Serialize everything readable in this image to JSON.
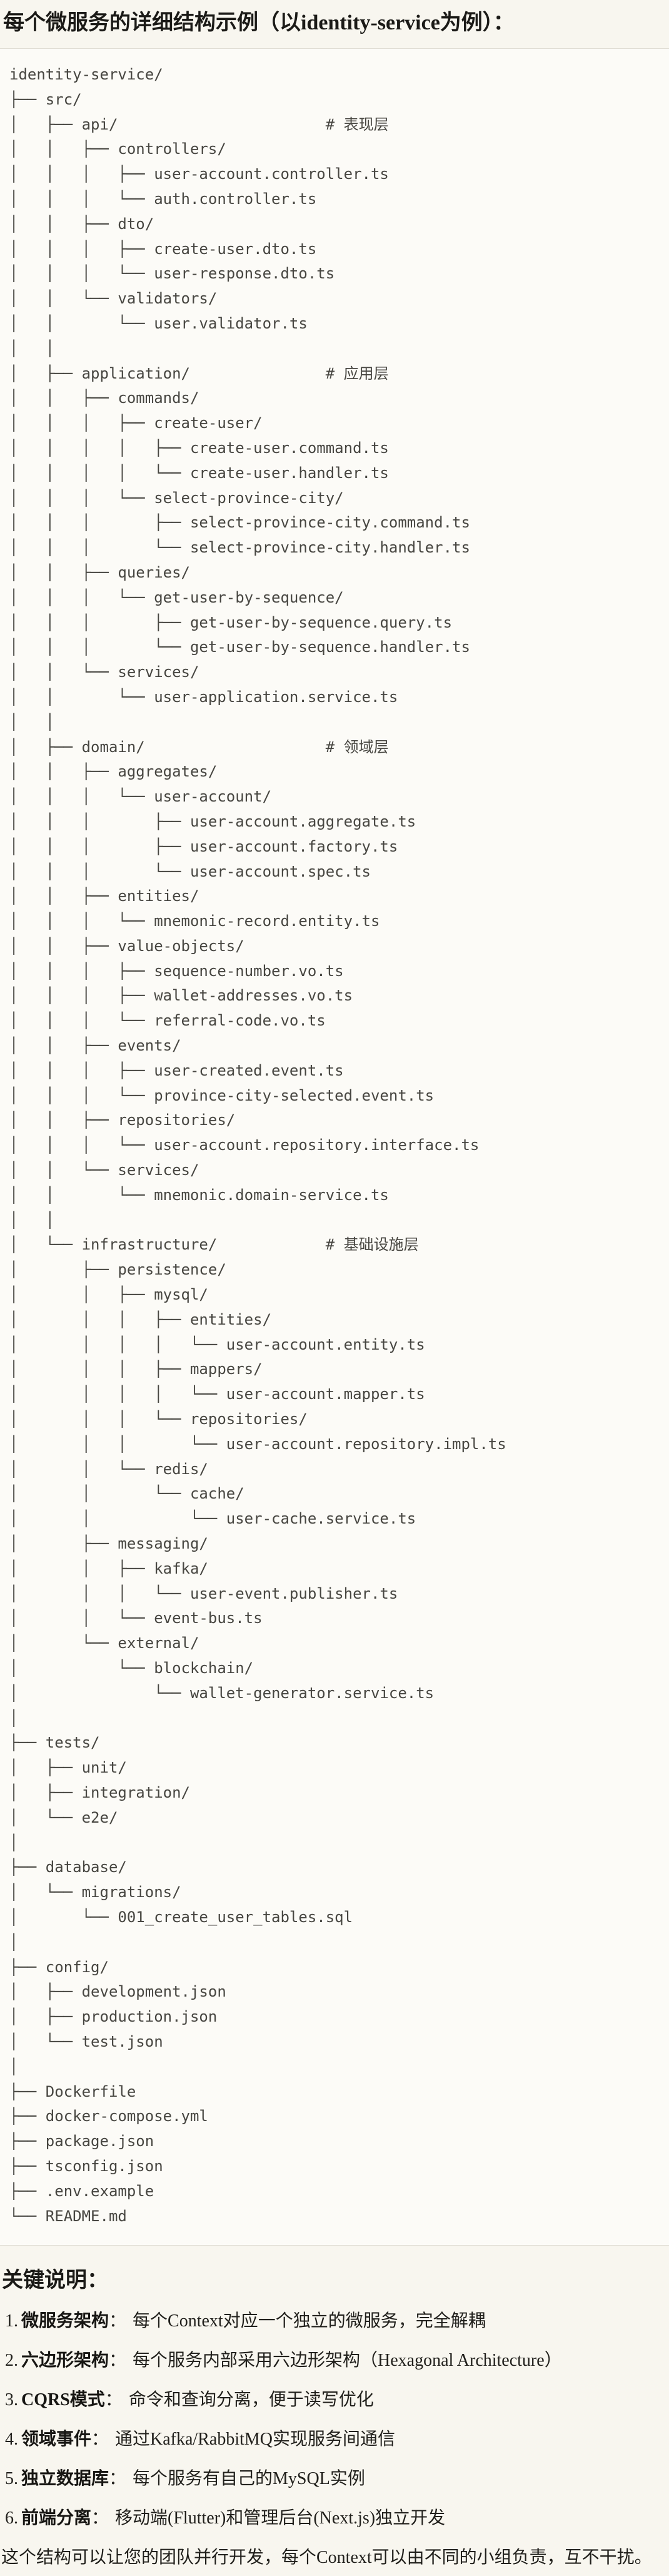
{
  "page": {
    "title": "每个微服务的详细结构示例（以identity-service为例）："
  },
  "tree": {
    "lines": [
      "identity-service/",
      "├── src/",
      "│   ├── api/                       # 表现层",
      "│   │   ├── controllers/",
      "│   │   │   ├── user-account.controller.ts",
      "│   │   │   └── auth.controller.ts",
      "│   │   ├── dto/",
      "│   │   │   ├── create-user.dto.ts",
      "│   │   │   └── user-response.dto.ts",
      "│   │   └── validators/",
      "│   │       └── user.validator.ts",
      "│   │",
      "│   ├── application/               # 应用层",
      "│   │   ├── commands/",
      "│   │   │   ├── create-user/",
      "│   │   │   │   ├── create-user.command.ts",
      "│   │   │   │   └── create-user.handler.ts",
      "│   │   │   └── select-province-city/",
      "│   │   │       ├── select-province-city.command.ts",
      "│   │   │       └── select-province-city.handler.ts",
      "│   │   ├── queries/",
      "│   │   │   └── get-user-by-sequence/",
      "│   │   │       ├── get-user-by-sequence.query.ts",
      "│   │   │       └── get-user-by-sequence.handler.ts",
      "│   │   └── services/",
      "│   │       └── user-application.service.ts",
      "│   │",
      "│   ├── domain/                    # 领域层",
      "│   │   ├── aggregates/",
      "│   │   │   └── user-account/",
      "│   │   │       ├── user-account.aggregate.ts",
      "│   │   │       ├── user-account.factory.ts",
      "│   │   │       └── user-account.spec.ts",
      "│   │   ├── entities/",
      "│   │   │   └── mnemonic-record.entity.ts",
      "│   │   ├── value-objects/",
      "│   │   │   ├── sequence-number.vo.ts",
      "│   │   │   ├── wallet-addresses.vo.ts",
      "│   │   │   └── referral-code.vo.ts",
      "│   │   ├── events/",
      "│   │   │   ├── user-created.event.ts",
      "│   │   │   └── province-city-selected.event.ts",
      "│   │   ├── repositories/",
      "│   │   │   └── user-account.repository.interface.ts",
      "│   │   └── services/",
      "│   │       └── mnemonic.domain-service.ts",
      "│   │",
      "│   └── infrastructure/            # 基础设施层",
      "│       ├── persistence/",
      "│       │   ├── mysql/",
      "│       │   │   ├── entities/",
      "│       │   │   │   └── user-account.entity.ts",
      "│       │   │   ├── mappers/",
      "│       │   │   │   └── user-account.mapper.ts",
      "│       │   │   └── repositories/",
      "│       │   │       └── user-account.repository.impl.ts",
      "│       │   └── redis/",
      "│       │       └── cache/",
      "│       │           └── user-cache.service.ts",
      "│       ├── messaging/",
      "│       │   ├── kafka/",
      "│       │   │   └── user-event.publisher.ts",
      "│       │   └── event-bus.ts",
      "│       └── external/",
      "│           └── blockchain/",
      "│               └── wallet-generator.service.ts",
      "│",
      "├── tests/",
      "│   ├── unit/",
      "│   ├── integration/",
      "│   └── e2e/",
      "│",
      "├── database/",
      "│   └── migrations/",
      "│       └── 001_create_user_tables.sql",
      "│",
      "├── config/",
      "│   ├── development.json",
      "│   ├── production.json",
      "│   └── test.json",
      "│",
      "├── Dockerfile",
      "├── docker-compose.yml",
      "├── package.json",
      "├── tsconfig.json",
      "├── .env.example",
      "└── README.md"
    ]
  },
  "notes": {
    "heading": "关键说明：",
    "items": [
      {
        "num": "1.",
        "term": "微服务架构",
        "sep": "：",
        "desc": "每个Context对应一个独立的微服务，完全解耦"
      },
      {
        "num": "2.",
        "term": "六边形架构",
        "sep": "：",
        "desc": "每个服务内部采用六边形架构（Hexagonal Architecture）"
      },
      {
        "num": "3.",
        "term": "CQRS模式",
        "sep": "：",
        "desc": "命令和查询分离，便于读写优化"
      },
      {
        "num": "4.",
        "term": "领域事件",
        "sep": "：",
        "desc": "通过Kafka/RabbitMQ实现服务间通信"
      },
      {
        "num": "5.",
        "term": "独立数据库",
        "sep": "：",
        "desc": "每个服务有自己的MySQL实例"
      },
      {
        "num": "6.",
        "term": "前端分离",
        "sep": "：",
        "desc": "移动端(Flutter)和管理后台(Next.js)独立开发"
      }
    ],
    "footer": "这个结构可以让您的团队并行开发，每个Context可以由不同的小组负责，互不干扰。"
  }
}
